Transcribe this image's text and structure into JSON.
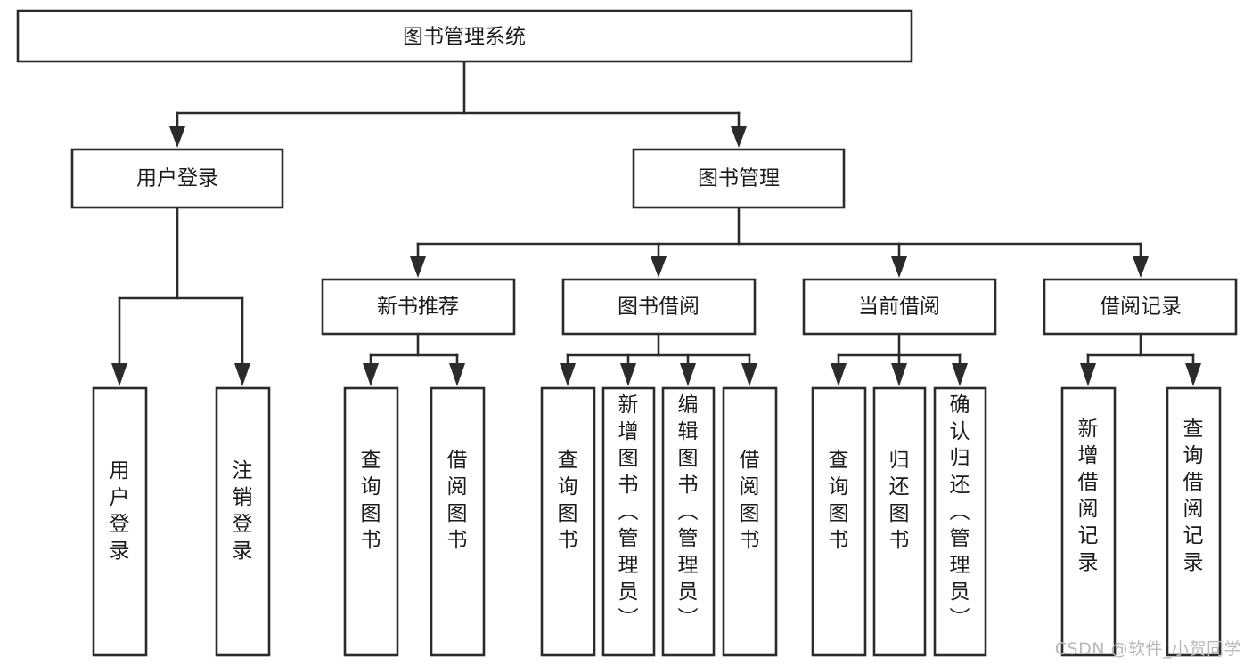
{
  "diagram": {
    "type": "tree",
    "title": "图书管理系统",
    "watermark": "CSDN @软件_小贺同学",
    "colors": {
      "box_stroke": "#2b2b2b",
      "box_fill": "#ffffff",
      "text": "#1b1b1b",
      "connector": "#2b2b2b",
      "background": "#ffffff",
      "watermark": "#b9b9b9"
    },
    "root": {
      "id": "root",
      "label": "图书管理系统"
    },
    "level2": [
      {
        "id": "user-login",
        "label": "用户登录"
      },
      {
        "id": "book-management",
        "label": "图书管理"
      }
    ],
    "level3": [
      {
        "id": "new-book-recommend",
        "label": "新书推荐",
        "parent": "book-management"
      },
      {
        "id": "book-borrow",
        "label": "图书借阅",
        "parent": "book-management"
      },
      {
        "id": "current-borrow",
        "label": "当前借阅",
        "parent": "book-management"
      },
      {
        "id": "borrow-record",
        "label": "借阅记录",
        "parent": "book-management"
      }
    ],
    "leaves": [
      {
        "id": "leaf-user-login",
        "label": "用户登录",
        "parent": "user-login"
      },
      {
        "id": "leaf-logout-login",
        "label": "注销登录",
        "parent": "user-login"
      },
      {
        "id": "leaf-query-book-1",
        "label": "查询图书",
        "parent": "new-book-recommend"
      },
      {
        "id": "leaf-borrow-book-1",
        "label": "借阅图书",
        "parent": "new-book-recommend"
      },
      {
        "id": "leaf-query-book-2",
        "label": "查询图书",
        "parent": "book-borrow"
      },
      {
        "id": "leaf-add-book",
        "label": "新增图书（管理员）",
        "parent": "book-borrow"
      },
      {
        "id": "leaf-edit-book",
        "label": "编辑图书（管理员）",
        "parent": "book-borrow"
      },
      {
        "id": "leaf-borrow-book-2",
        "label": "借阅图书",
        "parent": "book-borrow"
      },
      {
        "id": "leaf-query-book-3",
        "label": "查询图书",
        "parent": "current-borrow"
      },
      {
        "id": "leaf-return-book",
        "label": "归还图书",
        "parent": "current-borrow"
      },
      {
        "id": "leaf-confirm-return",
        "label": "确认归还（管理员）",
        "parent": "current-borrow"
      },
      {
        "id": "leaf-add-borrow-record",
        "label": "新增借阅记录",
        "parent": "borrow-record"
      },
      {
        "id": "leaf-query-borrow-record",
        "label": "查询借阅记录",
        "parent": "borrow-record"
      }
    ]
  }
}
